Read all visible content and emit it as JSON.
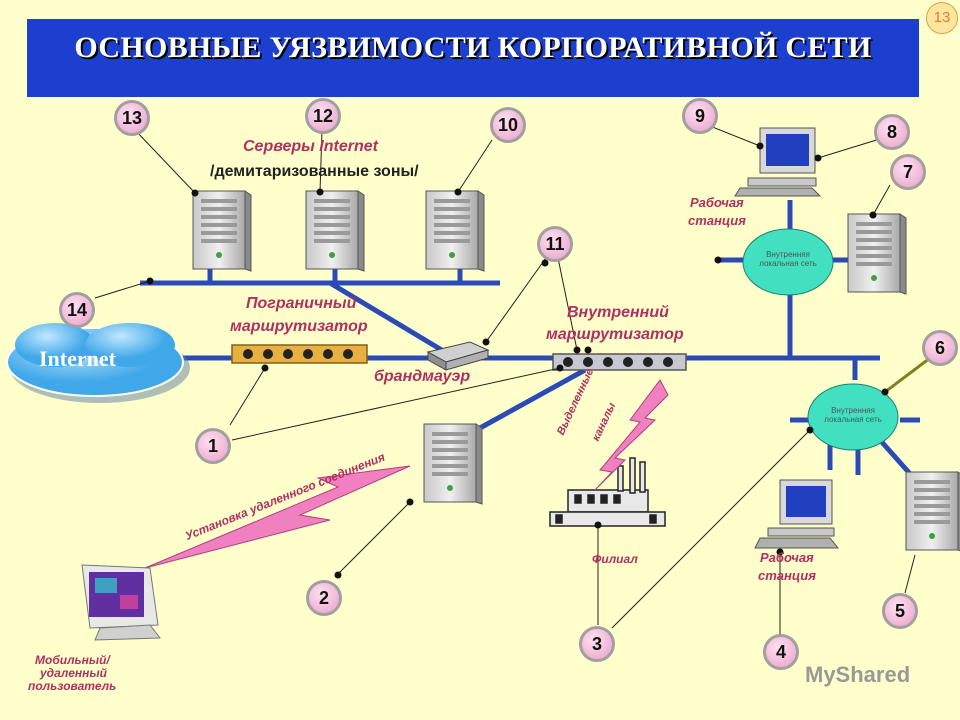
{
  "title": "ОСНОВНЫЕ УЯЗВИМОСТИ КОРПОРАТИВНОЙ СЕТИ",
  "slide_number": "13",
  "labels": {
    "servers_internet": "Серверы Internet",
    "dmz": "/демитаризованные зоны/",
    "border_router_1": "Пограничный",
    "border_router_2": "маршрутизатор",
    "internal_router_1": "Внутренний",
    "internal_router_2": "маршрутизатор",
    "firewall": "брандмауэр",
    "internet": "Internet",
    "workstation_top_1": "Рабочая",
    "workstation_top_2": "станция",
    "workstation_bottom_1": "Рабочая",
    "workstation_bottom_2": "станция",
    "lan_1": "Внутренняя локальная сеть",
    "lan_2": "Внутренняя локальная сеть",
    "dedicated_channels_1": "Выделенные",
    "dedicated_channels_2": "каналы",
    "branch": "Филиал",
    "remote_connection": "Установка удаленного соединения",
    "mobile_user_1": "Мобильный/",
    "mobile_user_2": "удаленный",
    "mobile_user_3": "пользователь",
    "watermark": "MyShared"
  },
  "badges": [
    "13",
    "12",
    "10",
    "9",
    "8",
    "7",
    "11",
    "14",
    "6",
    "1",
    "2",
    "3",
    "4",
    "5"
  ],
  "colors": {
    "background": "#ffffcc",
    "title_bar": "#1c3fd0",
    "network_line": "#2a4ab8",
    "label_text": "#b03060",
    "lan_fill": "#40e0c0",
    "lightning": "#f080c0"
  }
}
